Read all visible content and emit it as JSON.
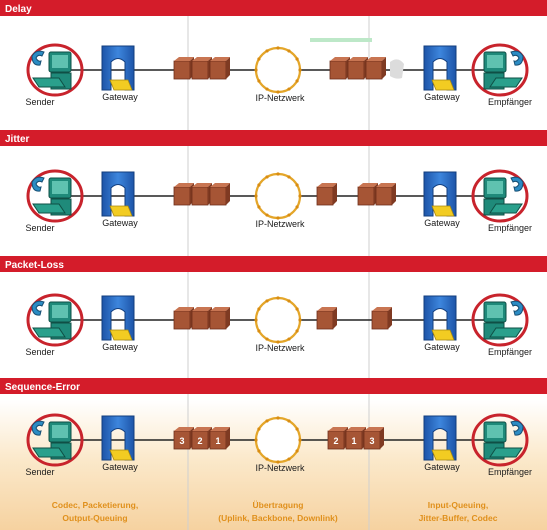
{
  "sections": [
    {
      "title": "Delay"
    },
    {
      "title": "Jitter"
    },
    {
      "title": "Packet-Loss"
    },
    {
      "title": "Sequence-Error"
    }
  ],
  "labels": {
    "sender": "Sender",
    "gateway": "Gateway",
    "network": "IP-Netzwerk",
    "receiver": "Empfänger"
  },
  "sequence_numbers": {
    "left": [
      "3",
      "2",
      "1"
    ],
    "right": [
      "2",
      "1",
      "3"
    ]
  },
  "footer": {
    "left": [
      "Codec, Packetierung,",
      "Output-Queuing"
    ],
    "center": [
      "Übertragung",
      "(Uplink, Backbone, Downlink)"
    ],
    "right": [
      "Input-Queuing,",
      "Jitter-Buffer, Codec"
    ]
  },
  "colors": {
    "title_bar": "#d41c2a",
    "gateway": "#2f6fc9",
    "packet": "#a65535",
    "ring": "#e4a62a",
    "computer": "#1f8a7a",
    "footer_text": "#e0901c",
    "footer_bg": "#f6d9a8"
  }
}
